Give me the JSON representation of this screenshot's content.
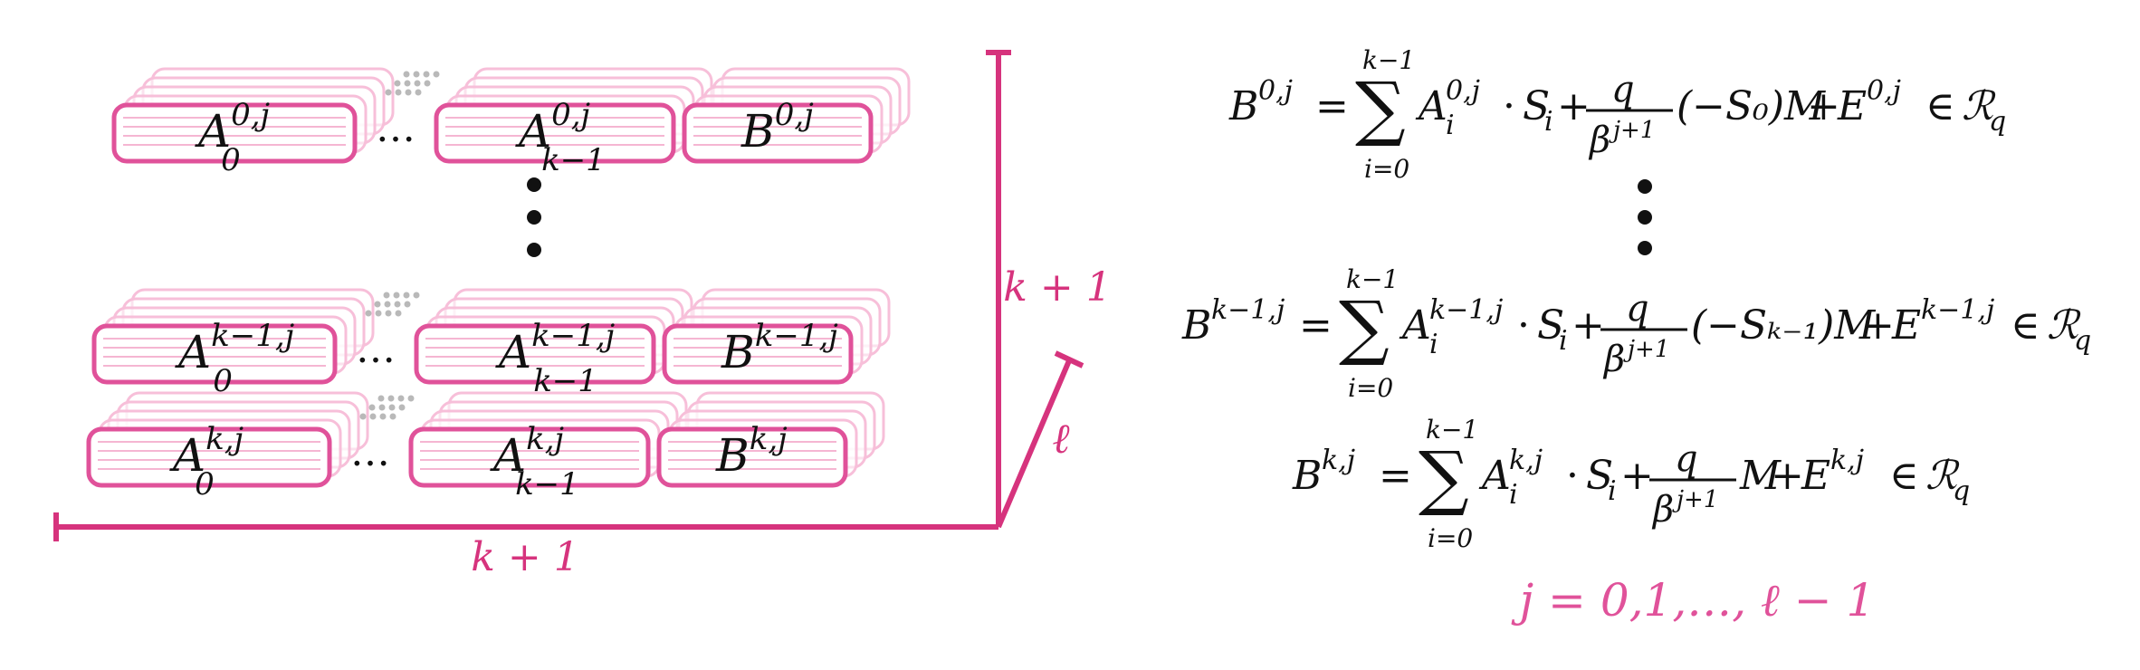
{
  "colors": {
    "accent": "#d6337d",
    "box_border": "#e0529a",
    "box_stripe": "#f5b6d2",
    "ghost": "#f7bfd9",
    "dots": "#b9b9b9",
    "text": "#111111"
  },
  "grid": {
    "rows": [
      {
        "id": "row-0",
        "cells": [
          {
            "id": "a0",
            "base": "A",
            "sup": "0,j",
            "sub": "0"
          },
          {
            "id": "ak1",
            "base": "A",
            "sup": "0,j",
            "sub": "k−1"
          },
          {
            "id": "b",
            "base": "B",
            "sup": "0,j",
            "sub": ""
          }
        ]
      },
      {
        "id": "row-km1",
        "cells": [
          {
            "id": "a0",
            "base": "A",
            "sup": "k−1,j",
            "sub": "0"
          },
          {
            "id": "ak1",
            "base": "A",
            "sup": "k−1,j",
            "sub": "k−1"
          },
          {
            "id": "b",
            "base": "B",
            "sup": "k−1,j",
            "sub": ""
          }
        ]
      },
      {
        "id": "row-k",
        "cells": [
          {
            "id": "a0",
            "base": "A",
            "sup": "k,j",
            "sub": "0"
          },
          {
            "id": "ak1",
            "base": "A",
            "sup": "k,j",
            "sub": "k−1"
          },
          {
            "id": "b",
            "base": "B",
            "sup": "k,j",
            "sub": ""
          }
        ]
      }
    ],
    "h_ellipsis": "…",
    "v_ellipsis": "⋮"
  },
  "axes": {
    "bottom_label": "k + 1",
    "right_label": "k + 1",
    "depth_label": "ℓ"
  },
  "equations": [
    {
      "lhs_sup": "0,j",
      "a_sup": "0,j",
      "mid": "(−S₀)M",
      "e_sup": "0,j"
    },
    {
      "lhs_sup": "k−1,j",
      "a_sup": "k−1,j",
      "mid": "(−Sₖ₋₁)M",
      "e_sup": "k−1,j"
    },
    {
      "lhs_sup": "k,j",
      "a_sup": "k,j",
      "mid": "M",
      "e_sup": "k,j"
    }
  ],
  "equation_parts": {
    "lhs_base": "B",
    "equals": "=",
    "sum": "∑",
    "sum_upper": "k−1",
    "sum_lower": "i=0",
    "a_base": "A",
    "a_sub": "i",
    "dot": "·",
    "s": "S",
    "s_sub": "i",
    "plus": "+",
    "frac_num": "q",
    "frac_den": "β",
    "frac_den_sup": "j+1",
    "plus2": "+",
    "e_base": "E",
    "in": "∈",
    "ring": "ℛ",
    "ring_sub": "q"
  },
  "v_ellipsis_eq": "⋮",
  "range_label": "j = 0,1,…, ℓ − 1"
}
